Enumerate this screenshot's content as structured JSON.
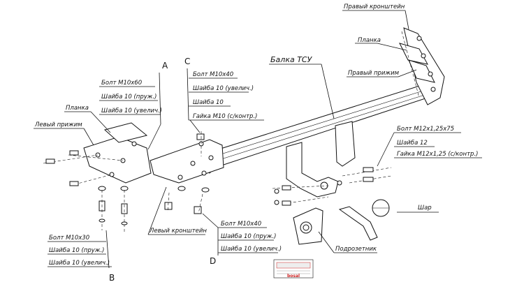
{
  "labels": {
    "pravyi_kronshtein": "Правый кронштейн",
    "planka_right": "Планка",
    "pravyi_prizhim": "Правый прижим",
    "balka": "Балка ТСУ",
    "planka_left": "Планка",
    "levyi_prizhim": "Левый прижим",
    "levyi_kronshtein": "Левый кронштейн",
    "shar": "Шар",
    "podrozetnik": "Подрозетник"
  },
  "groups": {
    "A": {
      "letter": "A",
      "lines": [
        "Болт М10х60",
        "Шайба 10 (пруж.)",
        "Шайба 10 (увелич.)"
      ]
    },
    "B": {
      "letter": "B",
      "lines": [
        "Болт М10х30",
        "Шайба 10 (пруж.)",
        "Шайба 10 (увелич.)"
      ]
    },
    "C": {
      "letter": "C",
      "lines": [
        "Болт М10х40",
        "Шайба 10 (увелич.)",
        "Шайба 10",
        "Гайка М10 (с/контр.)"
      ]
    },
    "D": {
      "letter": "D",
      "lines": [
        "Болт М10х40",
        "Шайба 10 (пруж.)",
        "Шайба 10 (увелич.)"
      ]
    },
    "right_fasteners": {
      "lines": [
        "Болт М12х1,25х75",
        "Шайба 12",
        "Гайка М12х1,25 (с/контр.)"
      ]
    }
  },
  "logo_text": "bosal"
}
